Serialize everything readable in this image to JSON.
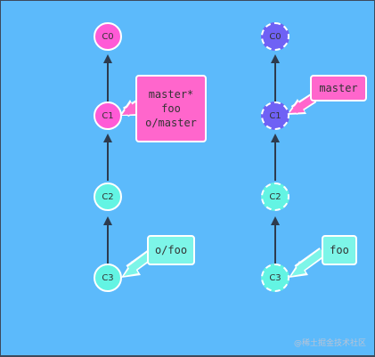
{
  "left_tree": {
    "commits": [
      {
        "id": "C0"
      },
      {
        "id": "C1"
      },
      {
        "id": "C2"
      },
      {
        "id": "C3"
      }
    ],
    "branch_main": {
      "lines": [
        "master*",
        "foo",
        "o/master"
      ]
    },
    "branch_remote": {
      "text": "o/foo"
    }
  },
  "right_tree": {
    "commits": [
      {
        "id": "C0"
      },
      {
        "id": "C1"
      },
      {
        "id": "C2"
      },
      {
        "id": "C3"
      }
    ],
    "branch_main": {
      "text": "master"
    },
    "branch_remote": {
      "text": "foo"
    }
  },
  "watermark": "@稀土掘金技术社区",
  "colors": {
    "background": "#5cbafb",
    "magenta_commit": "#ff5ad6",
    "cyan_commit": "#63f4e3",
    "purple_commit": "#6f61f5",
    "pink_label": "#ff66cc",
    "teal_label": "#7df5e8",
    "edge": "#2d3b4e"
  }
}
